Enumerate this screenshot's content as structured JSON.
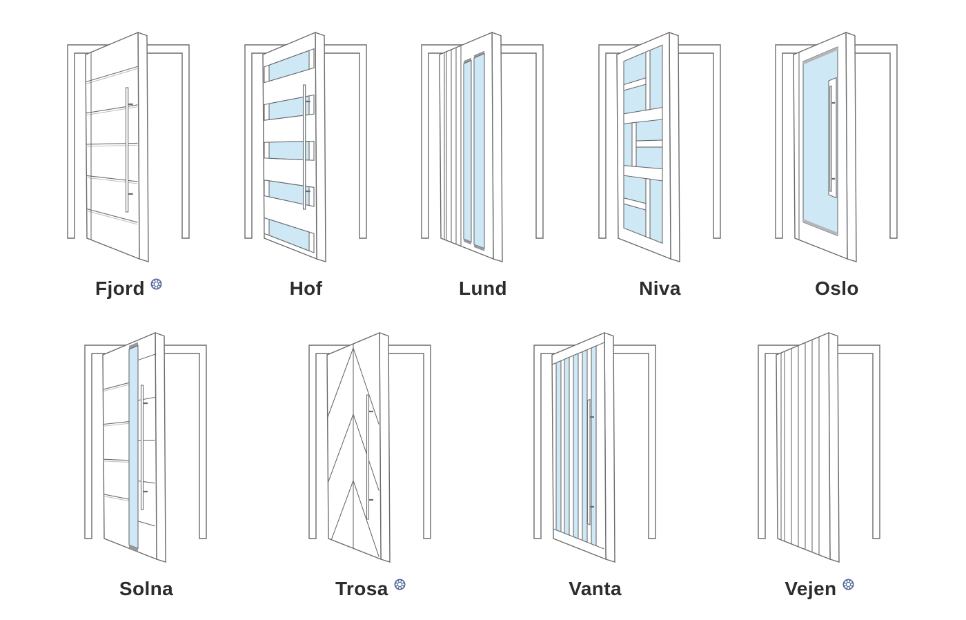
{
  "page": {
    "background": "#ffffff",
    "kind": "front-door model catalog"
  },
  "palette": {
    "line_color": "#6a6b6d",
    "glass_color": "#cfe8f6",
    "label_color": "#2b2c2e",
    "badge_color": "#57699c"
  },
  "badge_icon": {
    "name": "frost-snowflake-badge",
    "shape": "blue circle with white center and eight white dots"
  },
  "doors": [
    {
      "name": "Fjord",
      "has_frost_badge": true,
      "design": "horizontal grooves, long bar handle",
      "row": 1
    },
    {
      "name": "Hof",
      "has_frost_badge": false,
      "design": "five horizontal glass stripes, long bar handle",
      "row": 1
    },
    {
      "name": "Lund",
      "has_frost_badge": false,
      "design": "vertical planks with two tall glass columns",
      "row": 1
    },
    {
      "name": "Niva",
      "has_frost_badge": false,
      "design": "mosaic grid of glass panes",
      "row": 1
    },
    {
      "name": "Oslo",
      "has_frost_badge": false,
      "design": "full-height glass panel with recessed pull",
      "row": 1
    },
    {
      "name": "Solna",
      "has_frost_badge": false,
      "design": "center glass column with staggered grooves, bar handle",
      "row": 2
    },
    {
      "name": "Trosa",
      "has_frost_badge": true,
      "design": "chevron grooves, long bar handle",
      "row": 2
    },
    {
      "name": "Vanta",
      "has_frost_badge": false,
      "design": "vertical slats with five glass strips, bar handle",
      "row": 2
    },
    {
      "name": "Vejen",
      "has_frost_badge": true,
      "design": "plain vertical planks",
      "row": 2
    }
  ]
}
